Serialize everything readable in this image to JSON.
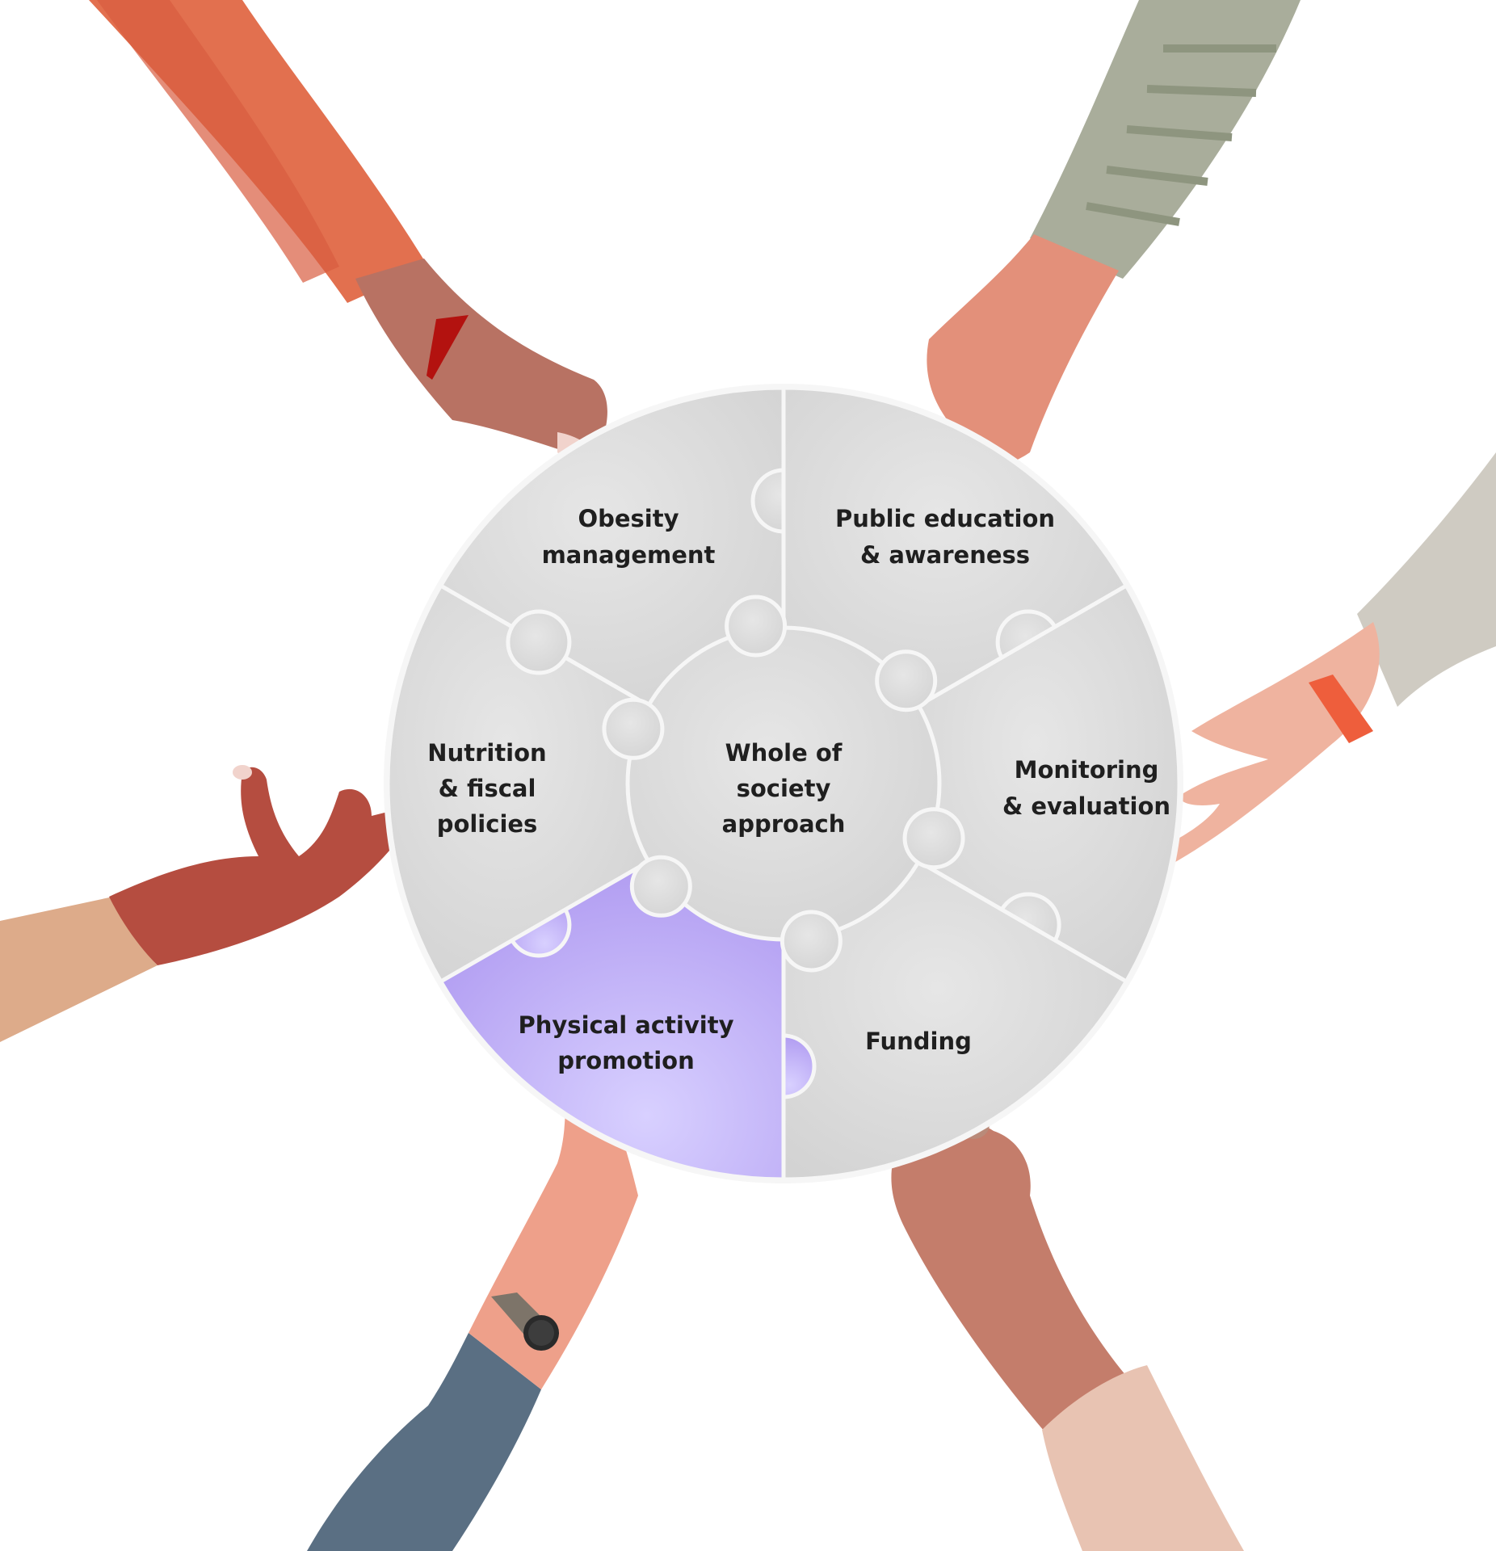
{
  "center": {
    "lines": [
      "Whole of",
      "society",
      "approach"
    ]
  },
  "pieces": [
    {
      "id": "obesity",
      "lines": [
        "Obesity",
        "management"
      ],
      "highlighted": false
    },
    {
      "id": "public-education",
      "lines": [
        "Public education",
        "& awareness"
      ],
      "highlighted": false
    },
    {
      "id": "monitoring",
      "lines": [
        "Monitoring",
        "& evaluation"
      ],
      "highlighted": false
    },
    {
      "id": "funding",
      "lines": [
        "Funding"
      ],
      "highlighted": false
    },
    {
      "id": "physical-activity",
      "lines": [
        "Physical activity",
        "promotion"
      ],
      "highlighted": true
    },
    {
      "id": "nutrition",
      "lines": [
        "Nutrition",
        "& fiscal",
        "policies"
      ],
      "highlighted": false
    }
  ],
  "colors": {
    "piece": "#dcdcdc",
    "piece_seam": "#f6f6f6",
    "highlight": "#bcaaf5",
    "text": "#1f1f1f"
  }
}
